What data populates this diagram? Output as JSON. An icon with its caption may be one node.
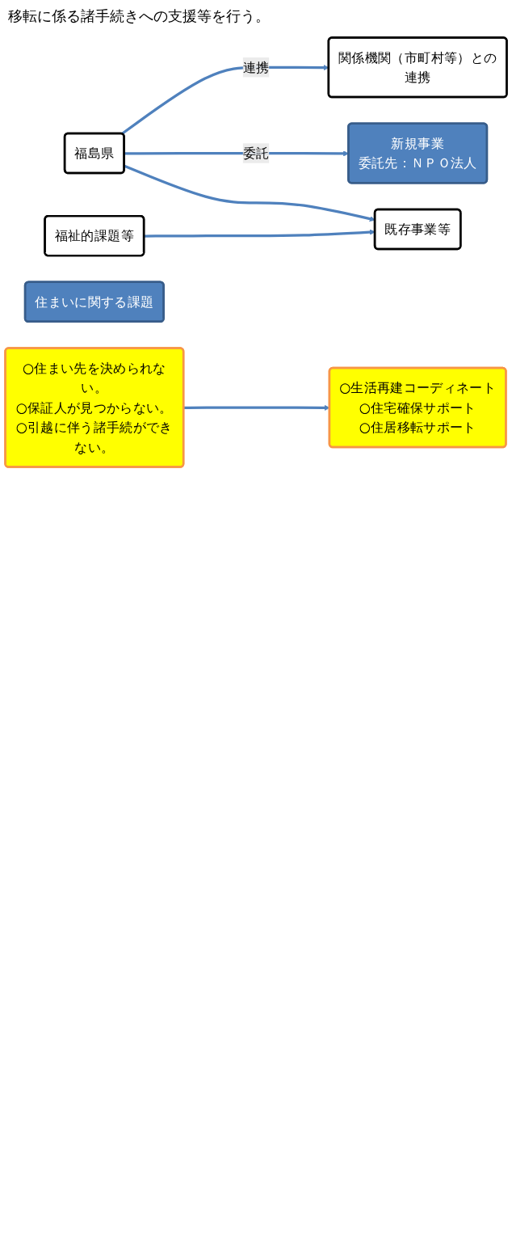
{
  "diagram": {
    "nodes": [
      {
        "text": [
          "関係機関（市町村等）との連携"
        ]
      },
      {
        "text": [
          "福島県"
        ]
      },
      {
        "text": [
          "新規事業",
          "委託先：ＮＰＯ法人"
        ]
      },
      {
        "text": [
          "○生活再建コーディネート",
          "○住宅確保サポート",
          "○住居移転サポート"
        ]
      },
      {
        "text": [
          "既存事業等"
        ]
      },
      {
        "text": [
          "福祉的課題等"
        ]
      },
      {
        "text": [
          "住まいに関する課題"
        ]
      },
      {
        "text": [
          "○住まい先を決められない。",
          "○保証人が見つからない。",
          "○引越に伴う諸手続ができない。"
        ]
      }
    ],
    "edges": [
      {
        "from": 1,
        "to": 0,
        "arrow": "to",
        "label": "連携"
      },
      {
        "from": 1,
        "to": 2,
        "arrow": "to",
        "label": "委託"
      },
      {
        "from": 1,
        "to": 4,
        "arrow": "to"
      },
      {
        "from": 5,
        "to": 4,
        "arrow": "to"
      },
      {
        "from": 7,
        "to": 3,
        "arrow": "to"
      }
    ],
    "labels": [
      "移転に係る諸手続きへの支援等を行う。"
    ]
  }
}
